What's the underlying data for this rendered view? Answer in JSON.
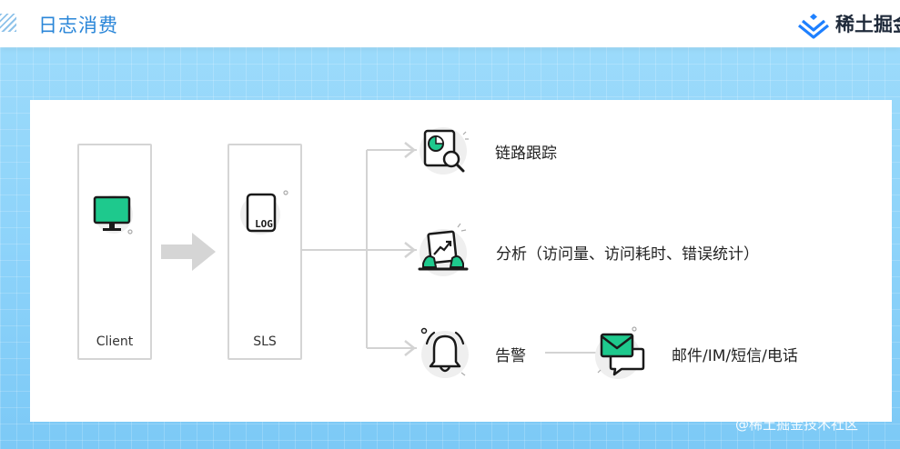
{
  "header": {
    "title": "日志消费",
    "brand": "稀土掘金"
  },
  "diagram": {
    "client_label": "Client",
    "sls_label": "SLS",
    "log_badge": "LOG",
    "tracing_label": "链路跟踪",
    "analysis_label": "分析（访问量、访问耗时、错误统计）",
    "alert_label": "告警",
    "notify_label": "邮件/IM/短信/电话"
  },
  "colors": {
    "accent_green": "#1ec98d",
    "title_blue": "#2a86d8",
    "arrow_gray": "#d3d3d3"
  },
  "watermark": "@稀土掘金技术社区"
}
